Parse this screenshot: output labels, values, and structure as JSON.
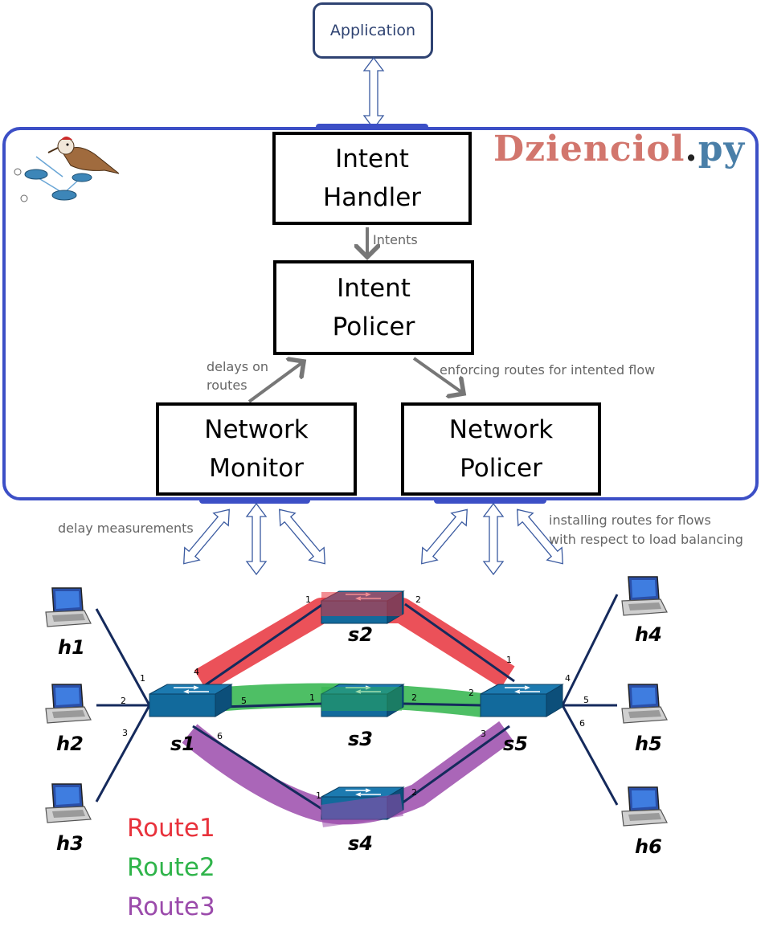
{
  "application": {
    "label": "Application"
  },
  "brand": {
    "part1": "Dzienciol",
    "part2": ".",
    "part3": "py"
  },
  "boxes": {
    "intent_handler": {
      "line1": "Intent",
      "line2": "Handler"
    },
    "intent_policer": {
      "line1": "Intent",
      "line2": "Policer"
    },
    "network_monitor": {
      "line1": "Network",
      "line2": "Monitor"
    },
    "network_policer": {
      "line1": "Network",
      "line2": "Policer"
    }
  },
  "edge_labels": {
    "intents": "Intents",
    "delays_line1": "delays on",
    "delays_line2": "routes",
    "enforcing": "enforcing routes for intented flow",
    "delay_measurements": "delay measurements",
    "installing_line1": "installing routes for flows",
    "installing_line2": "with respect to load balancing"
  },
  "hosts": [
    "h1",
    "h2",
    "h3",
    "h4",
    "h5",
    "h6"
  ],
  "switches": [
    "s1",
    "s2",
    "s3",
    "s4",
    "s5"
  ],
  "ports": {
    "h1_s1": "1",
    "h2_s1": "2",
    "h3_s1": "3",
    "s1_s2": "4",
    "s1_s3": "5",
    "s1_s4": "6",
    "s2_in": "1",
    "s2_out": "2",
    "s3_in": "1",
    "s3_out": "2",
    "s4_in": "1",
    "s4_out": "2",
    "s5_s2": "1",
    "s5_s3": "2",
    "s5_s4": "3",
    "s5_h4": "4",
    "s5_h5": "5",
    "s5_h6": "6"
  },
  "routes": [
    {
      "name": "Route1",
      "color": "#e8323c"
    },
    {
      "name": "Route2",
      "color": "#2fb44a"
    },
    {
      "name": "Route3",
      "color": "#9b4bab"
    }
  ],
  "colors": {
    "controller_border": "#3c4fc6",
    "app_border": "#2f4372",
    "arrow_outline": "#3a5aa0",
    "switch_top": "#1c7ab0",
    "switch_side": "#0c4f7a",
    "link": "#152a5c"
  },
  "icons": [
    "woodpecker-logo-icon",
    "laptop-icon",
    "switch-icon",
    "double-arrow-icon"
  ]
}
